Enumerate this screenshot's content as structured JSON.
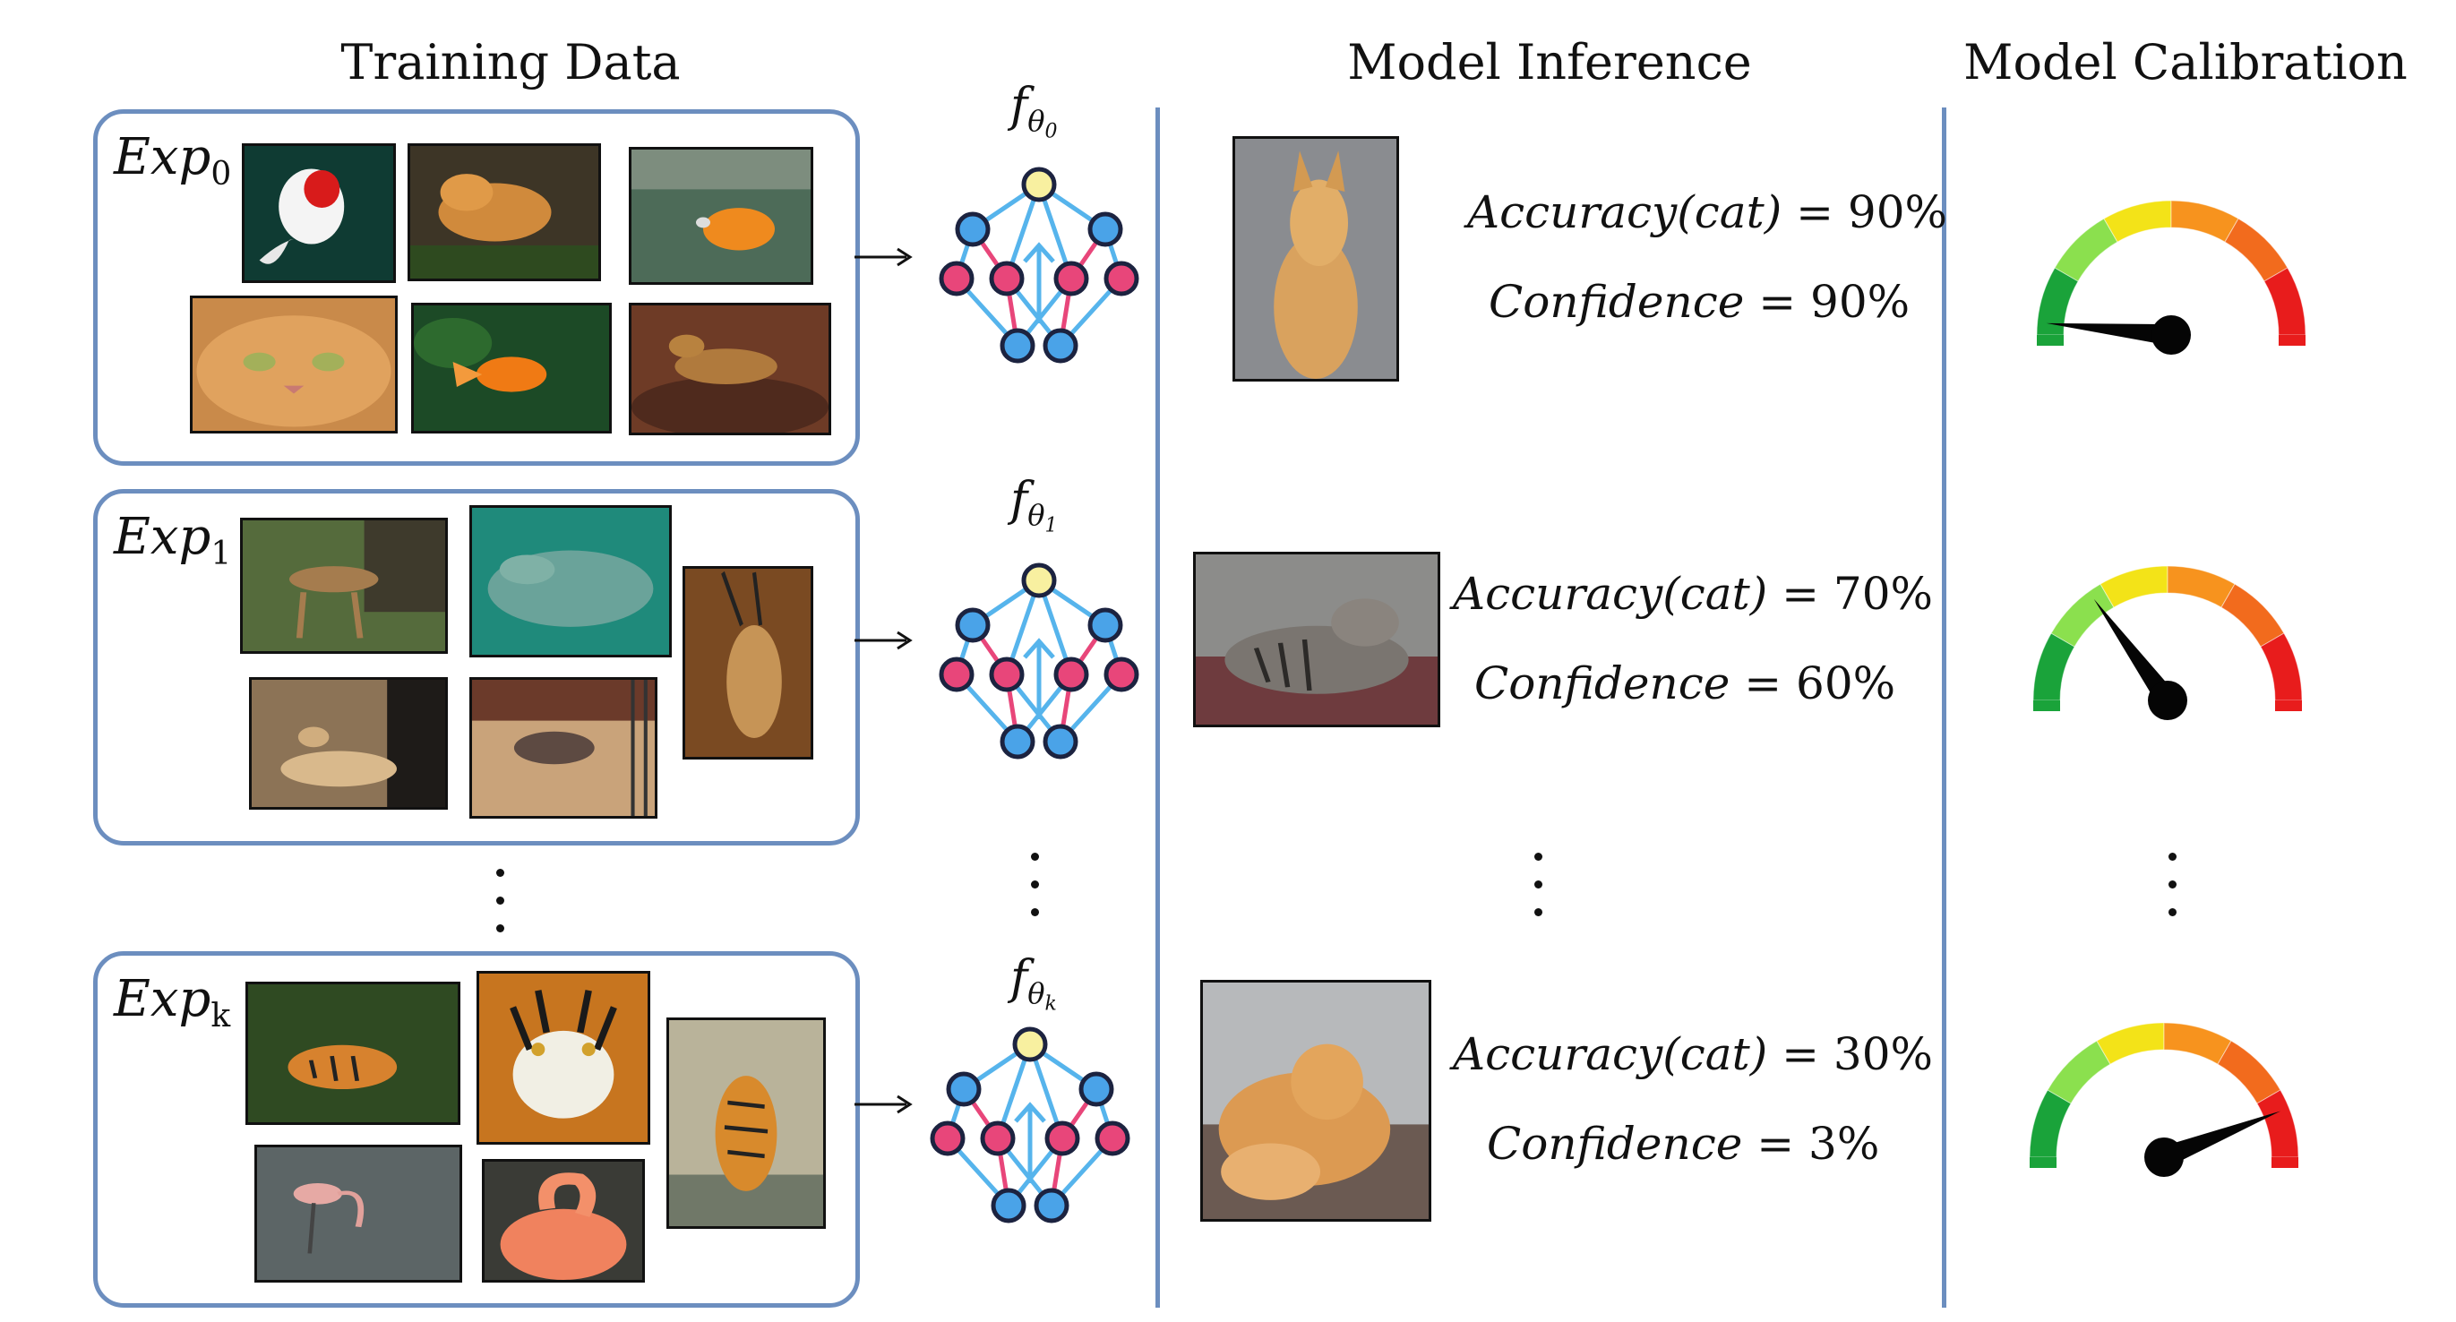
{
  "headers": {
    "training": "Training Data",
    "inference": "Model Inference",
    "calibration": "Model Calibration"
  },
  "experiments": [
    {
      "label": "Exp",
      "subscript": "0",
      "model": "f",
      "model_sub": "θ",
      "model_sub2": "0",
      "accuracy_label": "Accuracy(cat)",
      "accuracy_value": "= 90%",
      "confidence_label": "Confidence",
      "confidence_value": "= 90%",
      "gauge_level": 0.03
    },
    {
      "label": "Exp",
      "subscript": "1",
      "model": "f",
      "model_sub": "θ",
      "model_sub2": "1",
      "accuracy_label": "Accuracy(cat)",
      "accuracy_value": "= 70%",
      "confidence_label": "Confidence",
      "confidence_value": "= 60%",
      "gauge_level": 0.3
    },
    {
      "label": "Exp",
      "subscript": "k",
      "model": "f",
      "model_sub": "θ",
      "model_sub2": "k",
      "accuracy_label": "Accuracy(cat)",
      "accuracy_value": "= 30%",
      "confidence_label": "Confidence",
      "confidence_value": "= 3%",
      "gauge_level": 0.88
    }
  ],
  "colors": {
    "box_border": "#6c8ebf",
    "node_blue": "#4aa3e8",
    "node_pink": "#e8467a",
    "node_yellow": "#f8f0a0",
    "edge_blue": "#56b4ec",
    "edge_pink": "#e8467a",
    "gauge": [
      "#1aa33a",
      "#8be04e",
      "#f3e318",
      "#f7931e",
      "#f26b1d",
      "#e81c1c"
    ]
  }
}
